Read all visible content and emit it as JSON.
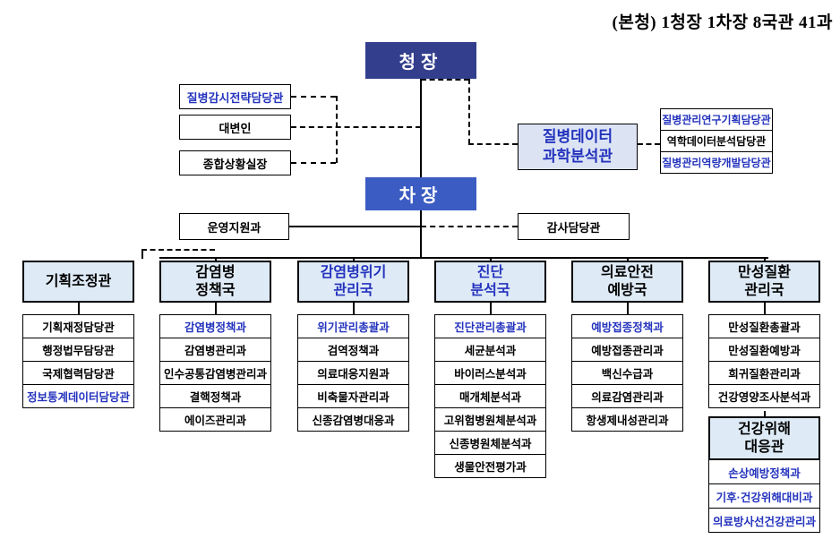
{
  "title": "(본청) 1청장 1차장 8국관 41과",
  "colors": {
    "commissioner_bg": "#333E8C",
    "vice_bg": "#3B5CC2",
    "division_bg": "#DEEAF6",
    "datasci_bg": "#DCE4F4",
    "highlight_text": "#2433BD",
    "line": "#000000"
  },
  "top": {
    "commissioner": "청장",
    "vice_commissioner": "차장"
  },
  "staff_left": [
    {
      "label": "질병감시전략담당관"
    },
    {
      "label": "대변인"
    },
    {
      "label": "종합상황실장"
    }
  ],
  "data_science": {
    "name1": "질병데이터",
    "name2": "과학분석관",
    "children": [
      {
        "label": "질병관리연구기획담당관"
      },
      {
        "label": "역학데이터분석담당관"
      },
      {
        "label": "질병관리역량개발담당관"
      }
    ]
  },
  "vice_staff": {
    "left": "운영지원과",
    "right": "감사담당관"
  },
  "divisions": [
    {
      "name1": "기획조정관",
      "name2": "",
      "children": [
        {
          "label": "기획재정담당관"
        },
        {
          "label": "행정법무담당관"
        },
        {
          "label": "국제협력담당관"
        },
        {
          "label": "정보통계데이터담당관"
        }
      ]
    },
    {
      "name1": "감염병",
      "name2": "정책국",
      "children": [
        {
          "label": "감염병정책과"
        },
        {
          "label": "감염병관리과"
        },
        {
          "label": "인수공통감염병관리과"
        },
        {
          "label": "결핵정책과"
        },
        {
          "label": "에이즈관리과"
        }
      ]
    },
    {
      "name1": "감염병위기",
      "name2": "관리국",
      "children": [
        {
          "label": "위기관리총괄과"
        },
        {
          "label": "검역정책과"
        },
        {
          "label": "의료대응지원과"
        },
        {
          "label": "비축물자관리과"
        },
        {
          "label": "신종감염병대응과"
        }
      ]
    },
    {
      "name1": "진단",
      "name2": "분석국",
      "children": [
        {
          "label": "진단관리총괄과"
        },
        {
          "label": "세균분석과"
        },
        {
          "label": "바이러스분석과"
        },
        {
          "label": "매개체분석과"
        },
        {
          "label": "고위험병원체분석과"
        },
        {
          "label": "신종병원체분석과"
        },
        {
          "label": "생물안전평가과"
        }
      ]
    },
    {
      "name1": "의료안전",
      "name2": "예방국",
      "children": [
        {
          "label": "예방접종정책과"
        },
        {
          "label": "예방접종관리과"
        },
        {
          "label": "백신수급과"
        },
        {
          "label": "의료감염관리과"
        },
        {
          "label": "항생제내성관리과"
        }
      ]
    },
    {
      "name1": "만성질환",
      "name2": "관리국",
      "children": [
        {
          "label": "만성질환총괄과"
        },
        {
          "label": "만성질환예방과"
        },
        {
          "label": "희귀질환관리과"
        },
        {
          "label": "건강영양조사분석과"
        }
      ]
    }
  ],
  "sub_org": {
    "name1": "건강위해",
    "name2": "대응관",
    "children": [
      {
        "label": "손상예방정책과"
      },
      {
        "label": "기후·건강위해대비과"
      },
      {
        "label": "의료방사선건강관리과"
      }
    ]
  }
}
